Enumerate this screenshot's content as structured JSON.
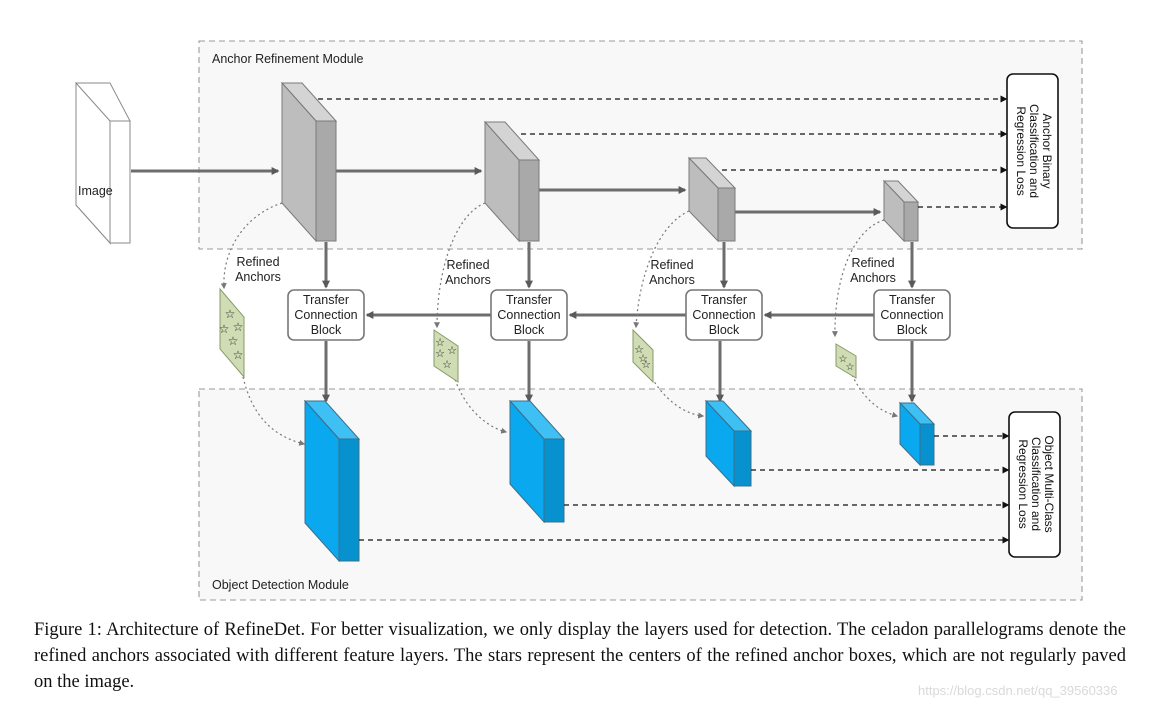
{
  "diagram": {
    "arm_title": "Anchor Refinement Module",
    "odm_title": "Object Detection Module",
    "image_label": "Image",
    "refined_label_line1": "Refined",
    "refined_label_line2": "Anchors",
    "tcb_line1": "Transfer",
    "tcb_line2": "Connection",
    "tcb_line3": "Block",
    "arm_loss_lines": [
      "Anchor Binary",
      "Classification and",
      "Regression Loss"
    ],
    "odm_loss_lines": [
      "Object Multi-Class",
      "Classification and",
      "Regression Loss"
    ],
    "colors": {
      "arm_layer": "#c0c0c0",
      "odm_layer": "#0aa8ee",
      "celadon": "#cfdcb4",
      "arrow": "#6d6d6d",
      "dashed_box": "#9a9a9a"
    }
  },
  "caption": "Figure 1: Architecture of RefineDet. For better visualization, we only display the layers used for detection. The celadon parallelograms denote the refined anchors associated with different feature layers. The stars represent the centers of the refined anchor boxes, which are not regularly paved on the image.",
  "watermark": "https://blog.csdn.net/qq_39560336"
}
